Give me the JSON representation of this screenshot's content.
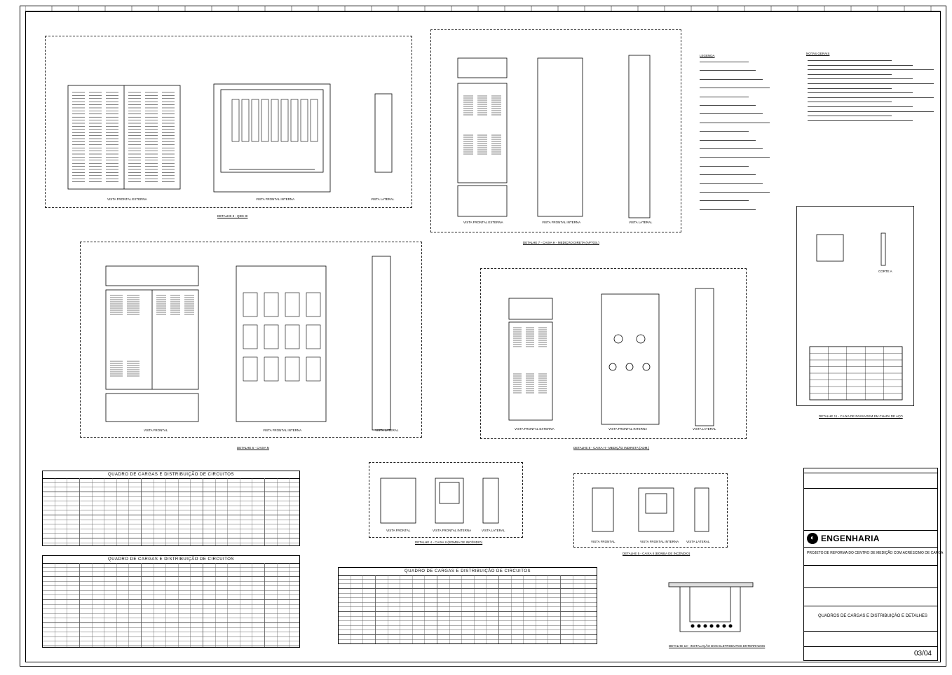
{
  "views": {
    "externa": "VISTA FRONTAL EXTERNA",
    "interna": "VISTA FRONTAL INTERNA",
    "lateral": "VISTA LATERAL",
    "frontal": "VISTA FRONTAL"
  },
  "details": {
    "d3": "DETALHE 3 - QDC-III",
    "d7": "DETALHE 7 - CAIXA H - MEDIÇÃO DIRETA (APTOS.)",
    "d6": "DETALHE 6 - CAIXA N",
    "d8": "DETALHE 8 - CAIXA H - MEDIÇÃO INDIRETA (ADM.)",
    "d4": "DETALHE 4 - CAIXA II (BOMBA DE INCÊNDIO)",
    "d5": "DETALHE 5 - CAIXA II (BOMBA DE INCÊNDIO)",
    "d10": "DETALHE 10 - INSTALAÇÃO DOS ELETRODUTOS ENTERRADOS",
    "d11": "DETALHE 11 - CAIXA DE PASSAGEM EM CHAPA DE AÇO",
    "corte": "CORTE A"
  },
  "tables": {
    "t1": "QUADRO DE CARGAS E DISTRIBUIÇÃO DE CIRCUITOS",
    "t2": "QUADRO DE CARGAS E DISTRIBUIÇÃO DE CIRCUITOS",
    "t3": "QUADRO DE CARGAS E DISTRIBUIÇÃO DE CIRCUITOS"
  },
  "legend_title": "LEGENDA",
  "notes_title": "NOTAS GERAIS",
  "title_block": {
    "logo": "ENGENHARIA",
    "project": "PROJETO DE REFORMA DO CENTRO DE MEDIÇÃO COM ACRÉSCIMO DE CARGA",
    "sheet_title": "QUADROS DE CARGAS E DISTRIBUIÇÃO E DETALHES",
    "sheet": "03/04"
  },
  "colors": {
    "ink": "#000000",
    "paper": "#ffffff"
  }
}
